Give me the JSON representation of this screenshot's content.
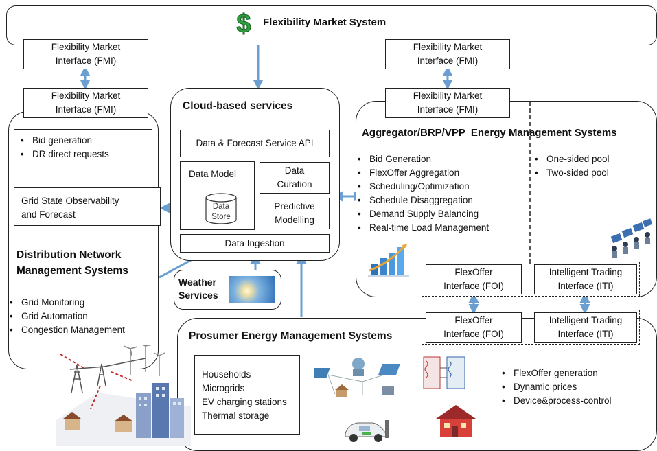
{
  "market": {
    "title": "Flexibility Market System",
    "icon": "dollar-sign-icon",
    "icon_color": "#2e9e3e"
  },
  "fmi_label_line1": "Flexibility Market",
  "fmi_label_line2": "Interface (FMI)",
  "cloud": {
    "title": "Cloud-based services",
    "api": "Data & Forecast Service API",
    "data_model": "Data Model",
    "data_store_line1": "Data",
    "data_store_line2": "Store",
    "curation_line1": "Data",
    "curation_line2": "Curation",
    "predictive_line1": "Predictive",
    "predictive_line2": "Modelling",
    "ingestion": "Data Ingestion"
  },
  "dnms": {
    "title_line1": "Distribution Network",
    "title_line2": "Management Systems",
    "bid_items": [
      "Bid generation",
      "DR direct requests"
    ],
    "grid_state_line1": "Grid State Observability",
    "grid_state_line2": "and Forecast",
    "items": [
      "Grid Monitoring",
      "Grid Automation",
      "Congestion Management"
    ]
  },
  "weather": {
    "label_line1": "Weather",
    "label_line2": "Services"
  },
  "aggregator": {
    "title": "Aggregator/BRP/VPP  Energy Management Systems",
    "items": [
      "Bid Generation",
      "FlexOffer Aggregation",
      "Scheduling/Optimization",
      "Schedule Disaggregation",
      "Demand Supply Balancing",
      "Real-time Load Management"
    ],
    "pool_items": [
      "One-sided pool",
      "Two-sided pool"
    ],
    "foi_line1": "FlexOffer",
    "foi_line2": "Interface (FOI)",
    "iti_line1": "Intelligent Trading",
    "iti_line2": "Interface (ITI)"
  },
  "prosumer": {
    "title": "Prosumer Energy Management Systems",
    "types": [
      "Households",
      "Microgrids",
      "EV charging stations",
      "Thermal storage"
    ],
    "features": [
      "FlexOffer generation",
      "Dynamic prices",
      "Device&process-control"
    ],
    "foi_line1": "FlexOffer",
    "foi_line2": "Interface (FOI)",
    "iti_line1": "Intelligent Trading",
    "iti_line2": "Interface (ITI)"
  },
  "colors": {
    "arrow": "#6a9fd0",
    "line": "#222222"
  }
}
